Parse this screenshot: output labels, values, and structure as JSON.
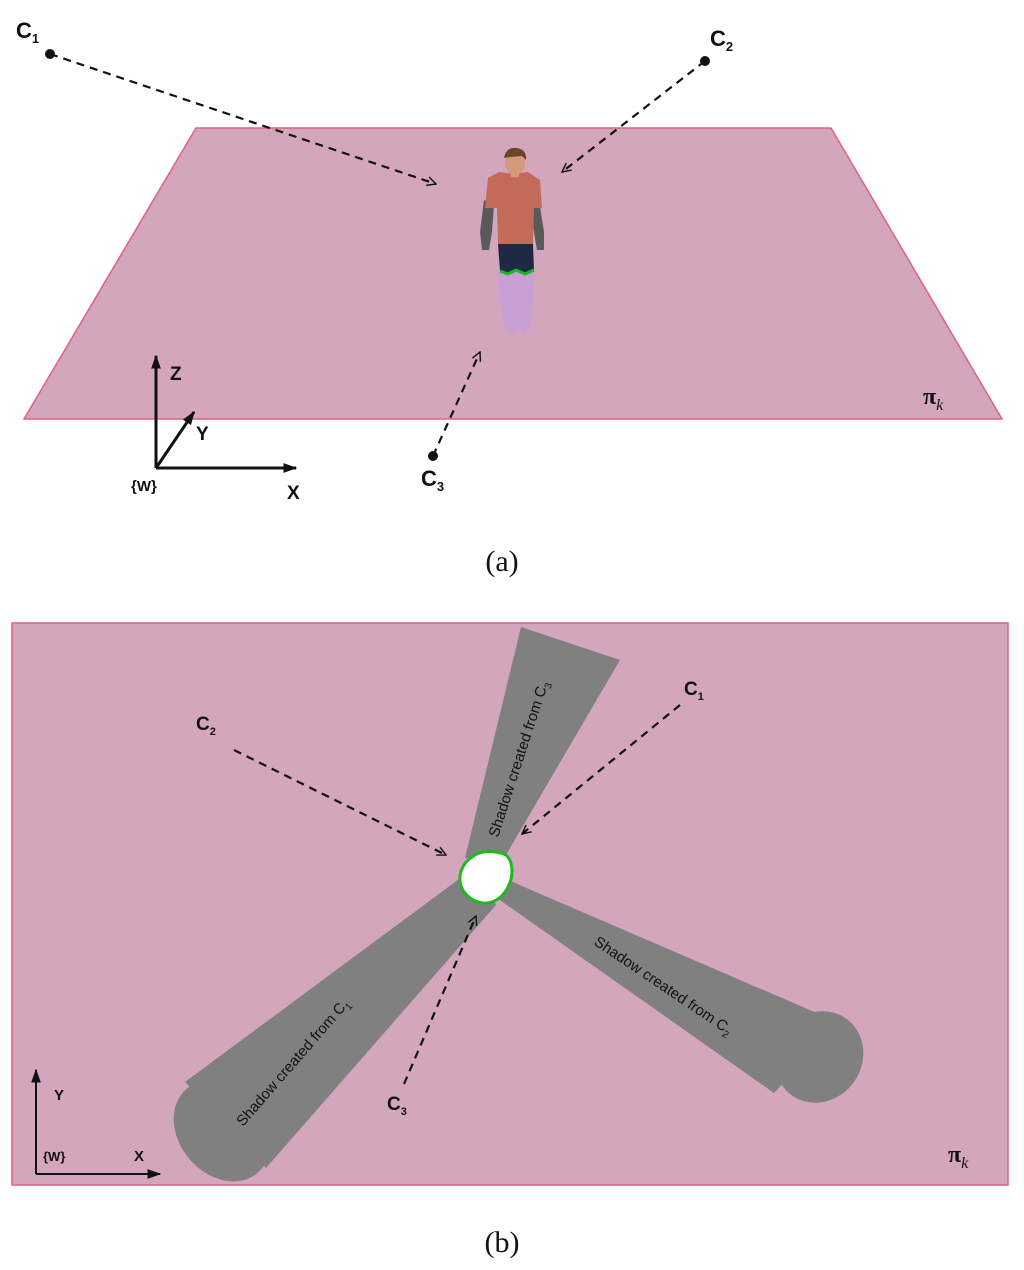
{
  "panel_a": {
    "caption": "(a)",
    "plane_label": {
      "symbol": "π",
      "subscript": "k"
    },
    "cameras": [
      {
        "name": "C",
        "index": "1"
      },
      {
        "name": "C",
        "index": "2"
      },
      {
        "name": "C",
        "index": "3"
      }
    ],
    "axes": {
      "z": "Z",
      "y": "Y",
      "x": "X",
      "origin": "{W}"
    }
  },
  "panel_b": {
    "caption": "(b)",
    "plane_label": {
      "symbol": "π",
      "subscript": "k"
    },
    "cameras": [
      {
        "name": "C",
        "index": "1"
      },
      {
        "name": "C",
        "index": "2"
      },
      {
        "name": "C",
        "index": "3"
      }
    ],
    "shadows": [
      {
        "text": "Shadow created from C",
        "index": "3"
      },
      {
        "text": "Shadow created from C",
        "index": "2"
      },
      {
        "text": "Shadow created from C",
        "index": "1"
      }
    ],
    "axes": {
      "y": "Y",
      "x": "X",
      "origin": "{W}"
    }
  },
  "colors": {
    "plane_fill": "#d3a6bd",
    "plane_border": "#e0607f",
    "shadow": "#808080",
    "silhouette_outline": "#1fb81f",
    "shirt": "#c36a58",
    "pants": "#1e2a45",
    "legs": "#c9a0d6"
  }
}
